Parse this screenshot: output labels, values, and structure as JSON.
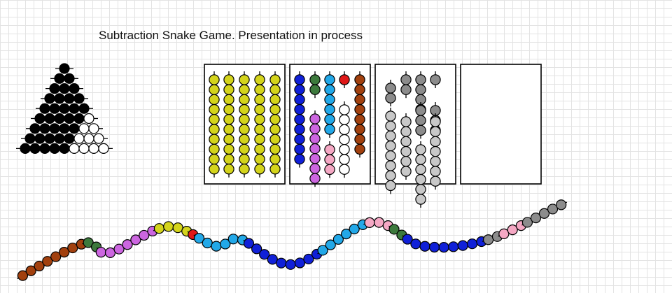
{
  "title": "Subtraction Snake Game. Presentation in process",
  "colors": {
    "black": "#000000",
    "white": "#ffffff",
    "yellow": "#d4d41c",
    "dark_blue": "#1020d8",
    "dark_green": "#3d7a3d",
    "light_blue": "#22a8e8",
    "red": "#e01818",
    "brown": "#a2400e",
    "lavender": "#cc66e0",
    "pink": "#f5a8c4",
    "gray": "#8c8c8c",
    "light_gray": "#c8c8c8"
  },
  "triangle": {
    "rows": [
      [
        "black"
      ],
      [
        "black",
        "black"
      ],
      [
        "black",
        "black",
        "black"
      ],
      [
        "black",
        "black",
        "black",
        "black"
      ],
      [
        "black",
        "black",
        "black",
        "black",
        "black"
      ],
      [
        "black",
        "black",
        "black",
        "black",
        "black",
        "white"
      ],
      [
        "black",
        "black",
        "black",
        "black",
        "black",
        "white",
        "white"
      ],
      [
        "black",
        "black",
        "black",
        "black",
        "black",
        "white",
        "white",
        "white"
      ],
      [
        "black",
        "black",
        "black",
        "black",
        "black",
        "white",
        "white",
        "white",
        "white"
      ]
    ]
  },
  "boxes": [
    {
      "bars": [
        {
          "beads": [
            "yellow",
            "yellow",
            "yellow",
            "yellow",
            "yellow",
            "yellow",
            "yellow",
            "yellow",
            "yellow",
            "yellow"
          ]
        },
        {
          "beads": [
            "yellow",
            "yellow",
            "yellow",
            "yellow",
            "yellow",
            "yellow",
            "yellow",
            "yellow",
            "yellow",
            "yellow"
          ]
        },
        {
          "beads": [
            "yellow",
            "yellow",
            "yellow",
            "yellow",
            "yellow",
            "yellow",
            "yellow",
            "yellow",
            "yellow",
            "yellow"
          ]
        },
        {
          "beads": [
            "yellow",
            "yellow",
            "yellow",
            "yellow",
            "yellow",
            "yellow",
            "yellow",
            "yellow",
            "yellow",
            "yellow"
          ]
        },
        {
          "beads": [
            "yellow",
            "yellow",
            "yellow",
            "yellow",
            "yellow",
            "yellow",
            "yellow",
            "yellow",
            "yellow",
            "yellow"
          ]
        }
      ]
    },
    {
      "bars": [
        {
          "beads": [
            "dark_blue",
            "dark_blue",
            "dark_blue",
            "dark_blue",
            "dark_blue",
            "dark_blue",
            "dark_blue",
            "dark_blue",
            "dark_blue"
          ]
        },
        {
          "beads": [
            "dark_green",
            "dark_green"
          ]
        },
        {
          "beads": [
            "light_blue",
            "light_blue",
            "light_blue",
            "light_blue",
            "light_blue",
            "light_blue"
          ]
        },
        {
          "beads": [
            "red"
          ]
        },
        {
          "beads": [
            "brown",
            "brown",
            "brown",
            "brown",
            "brown",
            "brown",
            "brown",
            "brown"
          ]
        },
        {
          "beads": [
            "lavender",
            "lavender",
            "lavender",
            "lavender",
            "lavender",
            "lavender",
            "lavender"
          ]
        },
        {
          "beads": [
            "white",
            "white",
            "white",
            "white",
            "white",
            "white",
            "white"
          ]
        },
        {
          "beads": [
            "pink",
            "pink",
            "pink"
          ]
        }
      ]
    },
    {
      "bars": [
        {
          "beads": [
            "gray",
            "gray"
          ]
        },
        {
          "beads": [
            "light_gray",
            "light_gray",
            "light_gray",
            "light_gray",
            "light_gray",
            "light_gray",
            "light_gray",
            "light_gray"
          ]
        },
        {
          "beads": [
            "gray",
            "gray"
          ]
        },
        {
          "beads": [
            "light_gray",
            "light_gray",
            "light_gray",
            "light_gray",
            "light_gray",
            "light_gray"
          ]
        },
        {
          "beads": [
            "gray",
            "gray",
            "gray",
            "gray"
          ]
        },
        {
          "beads": [
            "light_gray",
            "light_gray",
            "light_gray",
            "light_gray",
            "light_gray",
            "light_gray"
          ]
        },
        {
          "beads": [
            "gray",
            "gray",
            "gray"
          ]
        },
        {
          "beads": [
            "gray"
          ]
        },
        {
          "beads": [
            "gray",
            "gray",
            "gray"
          ]
        },
        {
          "beads": [
            "light_gray",
            "light_gray",
            "light_gray",
            "light_gray",
            "light_gray",
            "light_gray",
            "light_gray"
          ]
        }
      ]
    },
    {
      "bars": []
    }
  ],
  "snake": {
    "bars": [
      {
        "beads": [
          "brown",
          "brown",
          "brown",
          "brown",
          "brown",
          "brown",
          "brown",
          "brown"
        ]
      },
      {
        "beads": [
          "dark_green",
          "dark_green"
        ]
      },
      {
        "beads": [
          "lavender",
          "lavender",
          "lavender",
          "lavender",
          "lavender",
          "lavender",
          "lavender"
        ]
      },
      {
        "beads": [
          "yellow",
          "yellow",
          "yellow",
          "yellow"
        ]
      },
      {
        "beads": [
          "red"
        ]
      },
      {
        "beads": [
          "light_blue",
          "light_blue",
          "light_blue",
          "light_blue",
          "light_blue",
          "light_blue"
        ]
      },
      {
        "beads": [
          "dark_blue",
          "dark_blue",
          "dark_blue",
          "dark_blue",
          "dark_blue",
          "dark_blue",
          "dark_blue",
          "dark_blue",
          "dark_blue"
        ]
      },
      {
        "beads": [
          "light_blue",
          "light_blue",
          "light_blue",
          "light_blue",
          "light_blue",
          "light_blue"
        ]
      },
      {
        "beads": [
          "pink",
          "pink",
          "pink"
        ]
      },
      {
        "beads": [
          "dark_green",
          "dark_green"
        ]
      },
      {
        "beads": [
          "dark_blue",
          "dark_blue",
          "dark_blue",
          "dark_blue",
          "dark_blue",
          "dark_blue",
          "dark_blue",
          "dark_blue",
          "dark_blue"
        ]
      },
      {
        "beads": [
          "gray",
          "gray"
        ]
      },
      {
        "beads": [
          "pink",
          "pink",
          "pink"
        ]
      },
      {
        "beads": [
          "gray",
          "gray",
          "gray",
          "gray",
          "gray"
        ]
      }
    ]
  }
}
